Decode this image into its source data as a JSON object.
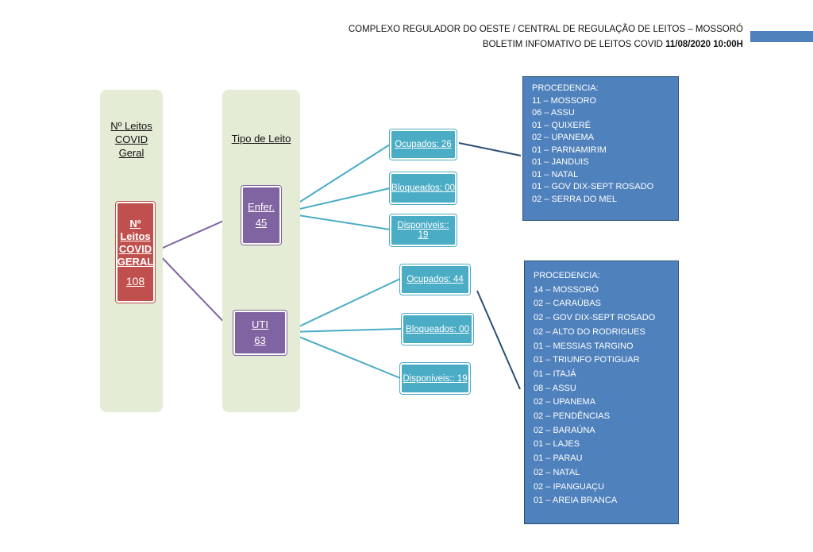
{
  "header": {
    "line1": "COMPLEXO REGULADOR DO OESTE / CENTRAL DE REGULAÇÃO DE LEITOS – MOSSORÓ",
    "line2_prefix": "BOLETIM INFOMATIVO DE LEITOS COVID ",
    "line2_date": "11/08/2020 10:00H"
  },
  "col1": {
    "title_lines": [
      "Nº Leitos",
      "COVID",
      "Geral"
    ]
  },
  "col2": {
    "title": "Tipo de Leito"
  },
  "total": {
    "label_lines": [
      "Nº",
      "Leitos",
      "COVID",
      "GERAL"
    ],
    "value": "108"
  },
  "enfer": {
    "label": "Enfer.",
    "value": "45"
  },
  "uti": {
    "label": "UTI",
    "value": "63"
  },
  "enfer_status": {
    "ocupados": "Ocupados: 26",
    "bloqueados": "Bloqueados: 00",
    "disponiveis": "Disponiveis:: 19"
  },
  "uti_status": {
    "ocupados": "Ocupados: 44",
    "bloqueados": "Bloqueados: 00",
    "disponiveis": "Disponiveis:: 19"
  },
  "proc_enfer": {
    "title": "PROCEDENCIA:",
    "items": [
      "11 – MOSSORO",
      "06 –  ASSU",
      "01 – QUIXERÉ",
      "02 – UPANEMA",
      "01 – PARNAMIRIM",
      "01 – JANDUIS",
      "01 – NATAL",
      "01 – GOV DIX-SEPT ROSADO",
      "02 – SERRA DO MEL"
    ]
  },
  "proc_uti": {
    "title": "PROCEDENCIA:",
    "items": [
      "14 – MOSSORÓ",
      "02 – CARAÚBAS",
      "02 – GOV DIX-SEPT ROSADO",
      "02 – ALTO DO RODRIGUES",
      "01 – MESSIAS TARGINO",
      "01 – TRIUNFO POTIGUAR",
      "01 – ITAJÁ",
      "08 – ASSU",
      "02 – UPANEMA",
      "02 – PENDÊNCIAS",
      "02 – BARAÚNA",
      "01 – LAJES",
      "01 – PARAU",
      "02 – NATAL",
      "02 – IPANGUAÇU",
      "01 – AREIA BRANCA"
    ]
  },
  "colors": {
    "red": "#c0504d",
    "purple": "#8064a2",
    "teal": "#4bacc6",
    "blue": "#4f81bd",
    "green_bg": "#e4ecd6"
  }
}
